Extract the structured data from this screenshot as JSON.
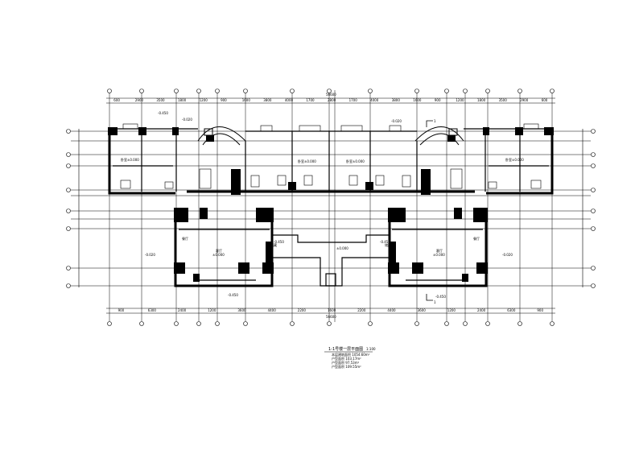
{
  "drawing": {
    "title": "1-1号楼一层平面图",
    "scale": "1:100",
    "notes": [
      "本层建筑面积 1054.60m²",
      "户型面积 103.17m²",
      "户型面积 97.53m²",
      "户型面积 109.55m²"
    ],
    "section_marks": [
      "1",
      "1"
    ],
    "total_top": "56600",
    "total_bottom": "56600"
  },
  "dims_top": [
    "600",
    "2900",
    "3500",
    "1800",
    "1200",
    "900",
    "1600",
    "3800",
    "4000",
    "1700",
    "2800",
    "1700",
    "4000",
    "3800",
    "1600",
    "900",
    "1200",
    "1800",
    "3500",
    "2900",
    "600"
  ],
  "dims_bottom": [
    "900",
    "6300",
    "2400",
    "1200",
    "3600",
    "4400",
    "2200",
    "1600",
    "2200",
    "4400",
    "3600",
    "1200",
    "2400",
    "6300",
    "900"
  ],
  "rooms": [
    {
      "name": "卧室",
      "level": "±0.000"
    },
    {
      "name": "客厅",
      "level": "±0.000"
    },
    {
      "name": "客厅",
      "level": "±0.000"
    },
    {
      "name": "卧室",
      "level": "±0.000"
    },
    {
      "name": "卧室",
      "level": "±0.000"
    },
    {
      "name": "卧室",
      "level": "±0.000"
    },
    {
      "name": "餐厅",
      "level": "-0.020"
    },
    {
      "name": "餐厅",
      "level": "-0.020"
    },
    {
      "name": "储藏",
      "level": "-0.450"
    },
    {
      "name": "储藏",
      "level": "-0.450"
    }
  ],
  "levels": [
    "±0.000",
    "-0.450",
    "-0.450",
    "-0.020",
    "-0.020",
    "-0.450"
  ]
}
